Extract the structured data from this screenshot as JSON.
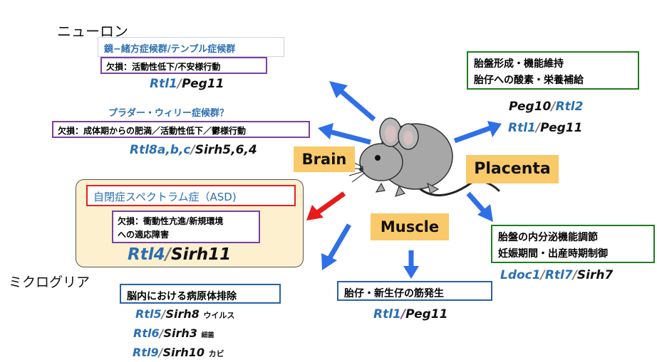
{
  "neuron": {
    "heading": "ニューロン",
    "syndrome1": "鏡−緒方症候群/テンプル症候群",
    "deficit1": "欠損：活動性低下/不安様行動",
    "gene1": [
      "Rtl1",
      "Peg11"
    ],
    "syndrome2": "プラダー・ウィリー症候群？",
    "deficit2": "欠損：成体期からの肥満／活動性低下／鬱様行動",
    "gene2": [
      "Rtl8a,b,c",
      "Sirh5,6,4"
    ]
  },
  "asd": {
    "title": "自閉症スペクトラム症（ASD)",
    "deficit_line1": "欠損：衝動性亢進/新規環境",
    "deficit_line2": "への適応障害",
    "gene": [
      "Rtl4",
      "Sirh11"
    ]
  },
  "microglia": {
    "heading": "ミクログリア",
    "function": "脳内における病原体排除",
    "genes": [
      {
        "a": "Rtl5",
        "b": "Sirh8",
        "pathogen": "ウイルス"
      },
      {
        "a": "Rtl6",
        "b": "Sirh3",
        "pathogen": "細菌"
      },
      {
        "a": "Rtl9",
        "b": "Sirh10",
        "pathogen": "カビ"
      }
    ]
  },
  "placenta": {
    "function_line1": "胎盤形成・機能維持",
    "function_line2": "胎仔への酸素・栄養補給",
    "genes": [
      [
        "Peg10",
        "Rtl2"
      ],
      [
        "Rtl1",
        "Peg11"
      ]
    ],
    "endocrine_line1": "胎盤の内分泌機能調節",
    "endocrine_line2": "妊娠期間・出産時期制御",
    "genes2": [
      "Ldoc1",
      "Rtl7",
      "Sirh7"
    ]
  },
  "muscle": {
    "function": "胎仔・新生仔の筋発生",
    "gene": [
      "Rtl1",
      "Peg11"
    ]
  },
  "organs": {
    "brain": "Brain",
    "placenta": "Placenta",
    "muscle": "Muscle"
  },
  "colors": {
    "gene_blue": "#2a6fb2",
    "organ_fill": "#f9c96a",
    "arrow_blue": "#2f6fe8",
    "arrow_red": "#e81b1b",
    "purple_box": "#7a3fa0",
    "green_box": "#1e7d1e",
    "red_box": "#e0231f",
    "blue_box": "#2a5fa8",
    "asd_fill": "#fdf0cf"
  }
}
